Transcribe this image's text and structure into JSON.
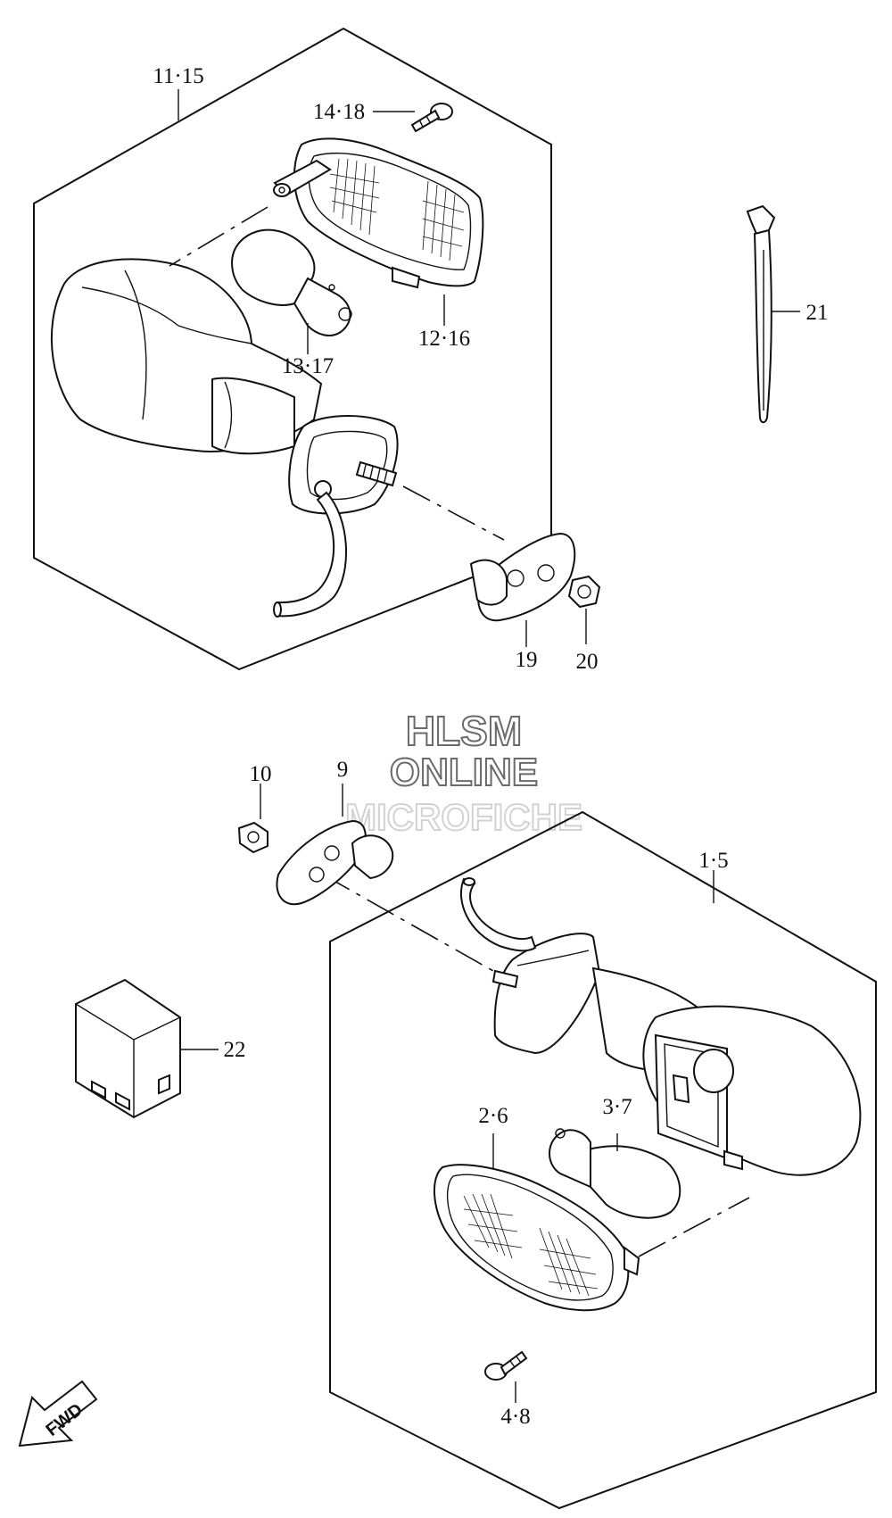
{
  "callouts": {
    "c11_15": "11·15",
    "c14_18": "14·18",
    "c12_16": "12·16",
    "c13_17": "13·17",
    "c21": "21",
    "c19": "19",
    "c20": "20",
    "c10": "10",
    "c9": "9",
    "c1_5": "1·5",
    "c22": "22",
    "c2_6": "2·6",
    "c3_7": "3·7",
    "c4_8": "4·8"
  },
  "watermark": {
    "line1": "HLSM",
    "line2": "ONLINE",
    "line3": "MICROFICHE"
  },
  "fwd_label": "FWD",
  "colors": {
    "line": "#111111",
    "watermark_stroke": "#6a6a6a",
    "background": "#ffffff"
  }
}
